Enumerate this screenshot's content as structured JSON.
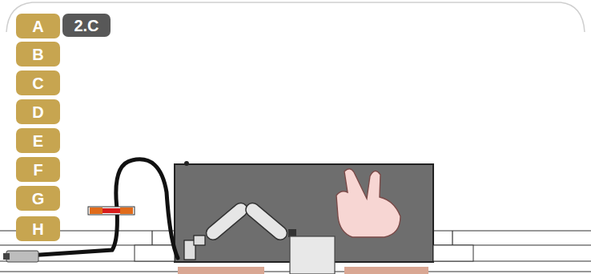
{
  "diagram": {
    "nodes": [
      {
        "text": [
          "A"
        ]
      },
      {
        "text": [
          "2.C"
        ]
      },
      {
        "text": [
          "B"
        ]
      },
      {
        "text": [
          "C"
        ]
      },
      {
        "text": [
          "D"
        ]
      },
      {
        "text": [
          "E"
        ]
      },
      {
        "text": [
          "F"
        ]
      },
      {
        "text": [
          "G"
        ]
      },
      {
        "text": [
          "H"
        ]
      }
    ]
  }
}
